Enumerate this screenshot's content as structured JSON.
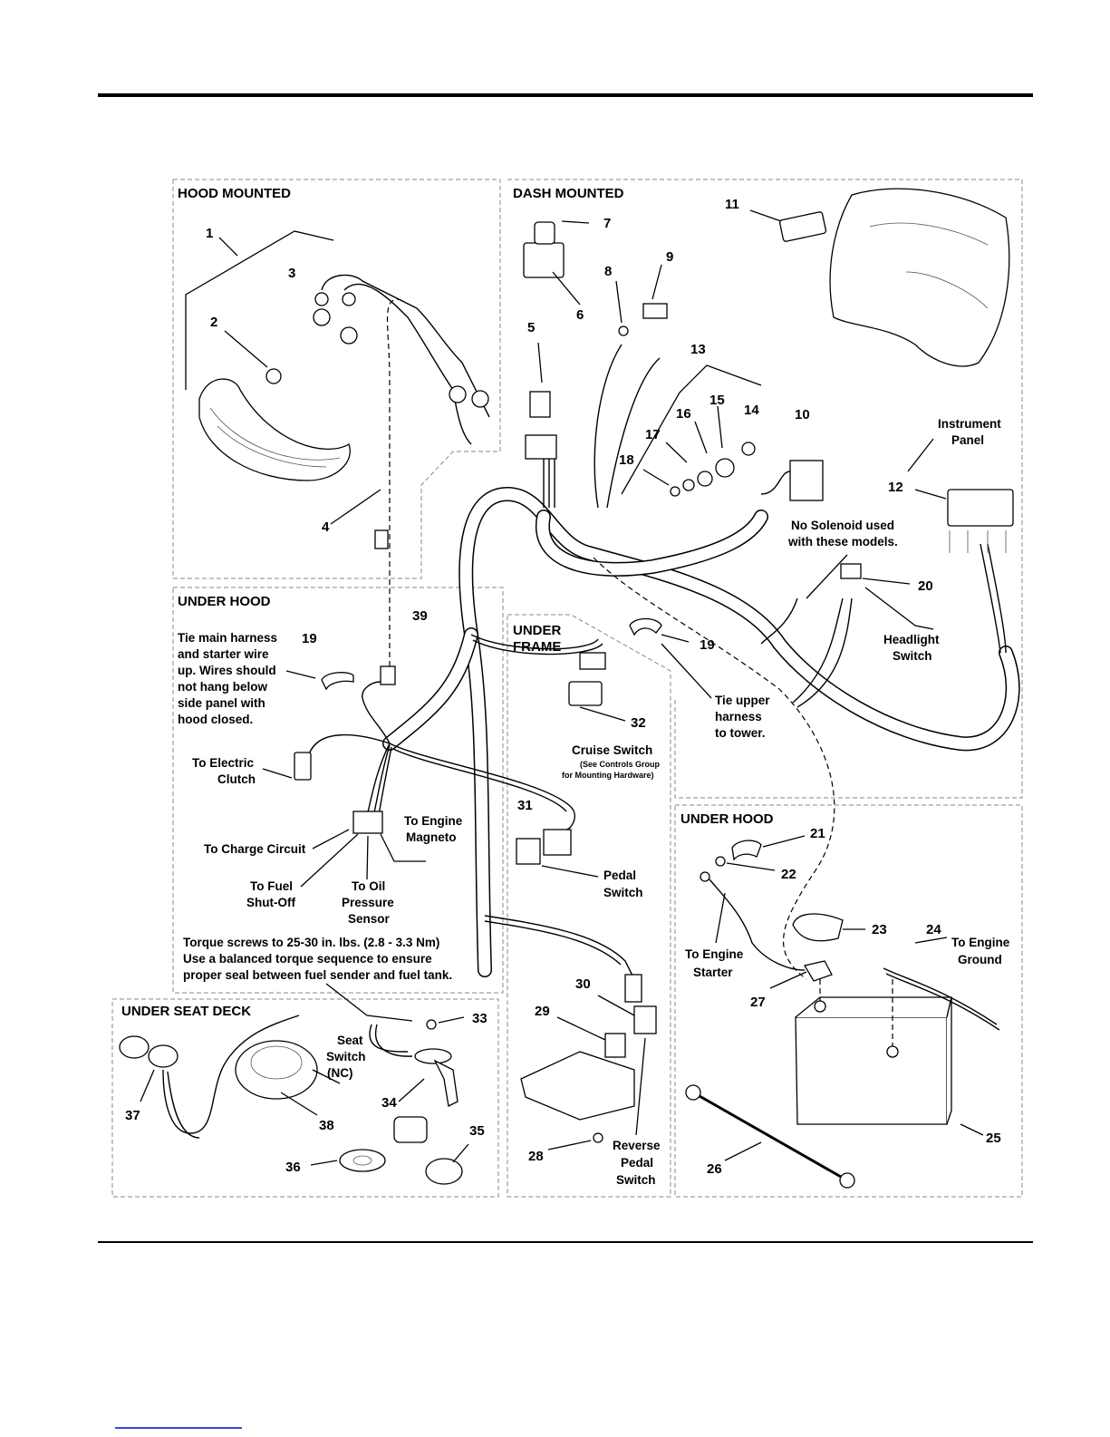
{
  "sections": {
    "hood_mounted": "HOOD MOUNTED",
    "dash_mounted": "DASH MOUNTED",
    "under_hood_left": "UNDER HOOD",
    "under_frame_1": "UNDER",
    "under_frame_2": "FRAME",
    "under_hood_right": "UNDER HOOD",
    "under_seat_deck": "UNDER SEAT DECK"
  },
  "callouts": [
    "1",
    "2",
    "3",
    "4",
    "5",
    "6",
    "7",
    "8",
    "9",
    "10",
    "11",
    "12",
    "13",
    "14",
    "15",
    "16",
    "17",
    "18",
    "19",
    "20",
    "21",
    "22",
    "23",
    "24",
    "25",
    "26",
    "27",
    "28",
    "29",
    "30",
    "31",
    "32",
    "33",
    "34",
    "35",
    "36",
    "37",
    "38",
    "39"
  ],
  "second_19": "19",
  "notes": {
    "instrument_panel_1": "Instrument",
    "instrument_panel_2": "Panel",
    "no_solenoid_1": "No Solenoid used",
    "no_solenoid_2": "with these models.",
    "headlight_1": "Headlight",
    "headlight_2": "Switch",
    "tie_main_1": "Tie main harness",
    "tie_main_2": "and starter wire",
    "tie_main_3": "up. Wires should",
    "tie_main_4": "not hang below",
    "tie_main_5": "side panel with",
    "tie_main_6": "hood closed.",
    "tie_upper_1": "Tie upper",
    "tie_upper_2": "harness",
    "tie_upper_3": "to tower.",
    "electric_clutch_1": "To Electric",
    "electric_clutch_2": "Clutch",
    "engine_magneto_1": "To Engine",
    "engine_magneto_2": "Magneto",
    "charge_circuit": "To Charge Circuit",
    "fuel_shutoff_1": "To Fuel",
    "fuel_shutoff_2": "Shut-Off",
    "oil_pressure_1": "To Oil",
    "oil_pressure_2": "Pressure",
    "oil_pressure_3": "Sensor",
    "torque_1": "Torque screws to 25-30 in. lbs. (2.8 - 3.3 Nm)",
    "torque_2": "Use a balanced torque sequence to ensure",
    "torque_3": "proper seal between fuel sender and fuel tank.",
    "cruise_switch": "Cruise Switch",
    "cruise_sub_1": "(See Controls Group",
    "cruise_sub_2": "for Mounting Hardware)",
    "pedal_switch_1": "Pedal",
    "pedal_switch_2": "Switch",
    "engine_starter_1": "To Engine",
    "engine_starter_2": "Starter",
    "engine_ground_1": "To Engine",
    "engine_ground_2": "Ground",
    "seat_switch_1": "Seat",
    "seat_switch_2": "Switch",
    "seat_switch_3": "(NC)",
    "reverse_1": "Reverse",
    "reverse_2": "Pedal",
    "reverse_3": "Switch"
  },
  "colors": {
    "ink": "#000000",
    "box_border": "#888888",
    "link": "#2f4fd0"
  }
}
